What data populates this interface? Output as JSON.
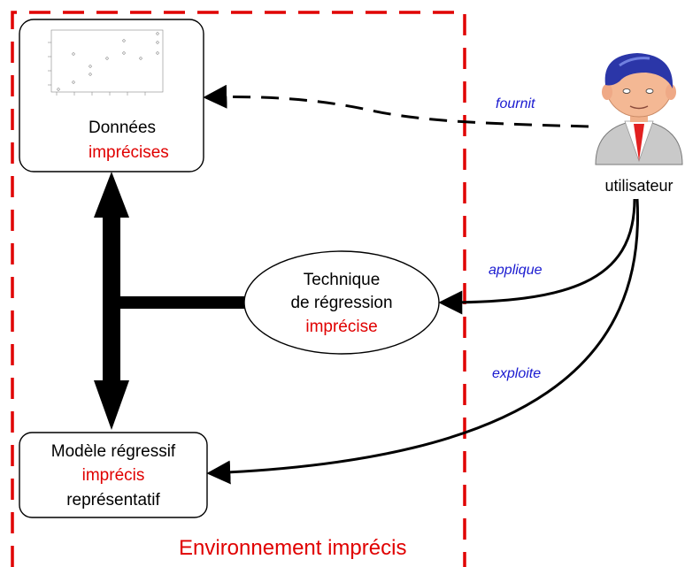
{
  "nodes": {
    "donnees": {
      "line1": "Données",
      "line2": "imprécises"
    },
    "technique": {
      "line1": "Technique",
      "line2": "de régression",
      "line3": "imprécise"
    },
    "modele": {
      "line1": "Modèle régressif",
      "line2": "imprécis",
      "line3": "représentatif"
    },
    "utilisateur": {
      "label": "utilisateur",
      "icon": "user-icon"
    }
  },
  "edges": {
    "fournit": "fournit",
    "applique": "applique",
    "exploite": "exploite"
  },
  "environment": {
    "label": "Environnement imprécis"
  },
  "colors": {
    "accent_red": "#e00000",
    "edge_label_blue": "#1a1ad0",
    "arrow_black": "#000000"
  }
}
